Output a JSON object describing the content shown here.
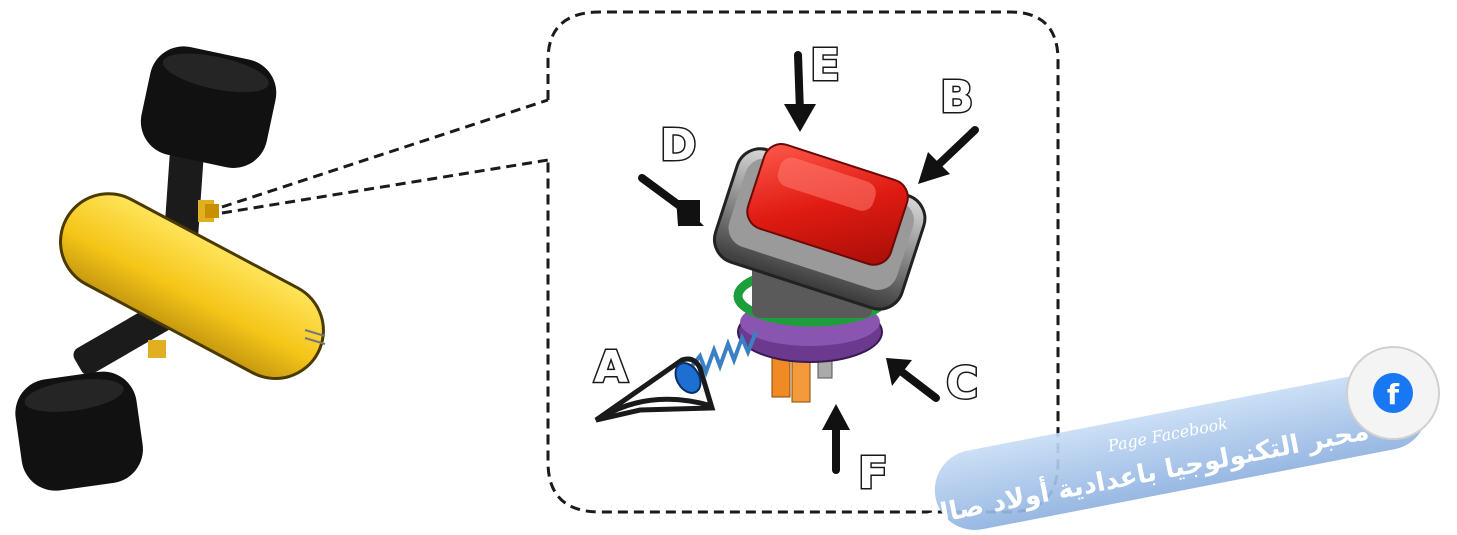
{
  "diagram": {
    "labels": {
      "A": "A",
      "B": "B",
      "C": "C",
      "D": "D",
      "E": "E",
      "F": "F"
    }
  },
  "watermark": {
    "line1": "Page Facebook",
    "line2": "محبر التكنولوجيا باعدادية أولاد صالح",
    "icon": "facebook-icon",
    "color": "#9dbde6",
    "icon_color": "#1877f2"
  }
}
